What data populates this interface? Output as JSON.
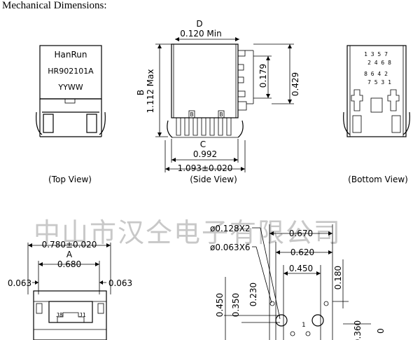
{
  "header": {
    "title": "Mechanical Dimensions:"
  },
  "top_view": {
    "brand": "HanRun",
    "part_number": "HR902101A",
    "date_code": "YYWW",
    "caption": "(Top View)"
  },
  "side_view": {
    "label_d": "D",
    "dim_d": "0.120  Min",
    "label_b": "B",
    "dim_b": "1.112  Max",
    "dim_179": "0.179",
    "dim_429": "0.429",
    "label_c": "C",
    "dim_c": "0.992",
    "dim_width": "1.093±0.020",
    "caption": "(Side View)"
  },
  "bottom_view": {
    "pin_row1": [
      "1",
      "3",
      "5",
      "7"
    ],
    "pin_row2": [
      "2",
      "4",
      "6",
      "8"
    ],
    "pin_row3": [
      "8",
      "6",
      "4",
      "2"
    ],
    "pin_row4": [
      "7",
      "5",
      "3",
      "1"
    ],
    "caption": "(Bottom View)"
  },
  "front_view": {
    "dim_overall": "0.780±0.020",
    "label_a": "A",
    "dim_a": "0.680",
    "dim_left": "0.063",
    "dim_right": "0.063",
    "pin_j8": "J8",
    "pin_j1": "J1"
  },
  "footprint": {
    "hole_large": "ø0.128X2",
    "hole_small": "ø0.063X6",
    "dim_670": "0.670",
    "dim_620": "0.620",
    "dim_450": "0.450",
    "dim_180": "0.180",
    "dim_v450": "0.450",
    "dim_v350": "0.350",
    "dim_v230": "0.230",
    "dim_360": "0.360",
    "dim_0": "0",
    "pin_1": "1"
  },
  "watermark": {
    "text": "中山市汉仝电子有限公司"
  }
}
